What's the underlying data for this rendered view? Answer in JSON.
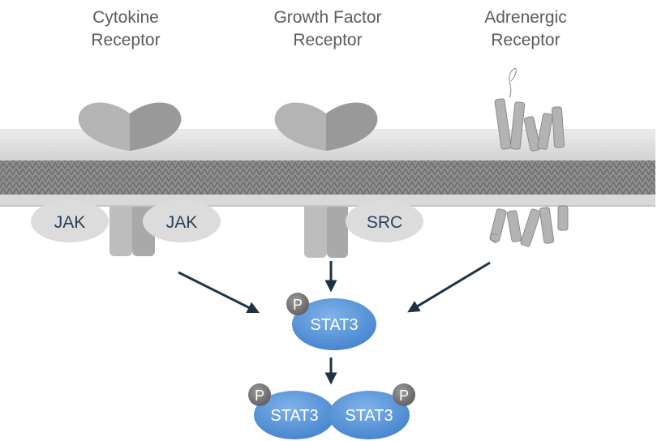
{
  "receptors": [
    {
      "name": "cytokine",
      "line1": "Cytokine",
      "line2": "Receptor"
    },
    {
      "name": "growth-factor",
      "line1": "Growth Factor",
      "line2": "Receptor"
    },
    {
      "name": "adrenergic",
      "line1": "Adrenergic",
      "line2": "Receptor"
    }
  ],
  "kinases": {
    "jak_left": "JAK",
    "jak_right": "JAK",
    "src": "SRC"
  },
  "stat3": {
    "single": "STAT3",
    "dimer_left": "STAT3",
    "dimer_right": "STAT3",
    "phospho": "P"
  },
  "colors": {
    "stat3": "#4f8fd6",
    "membrane": "#d4d4d4",
    "arrow": "#1e3246",
    "receptor": "#b9b9b9",
    "phospho": "#6e6e6e"
  }
}
